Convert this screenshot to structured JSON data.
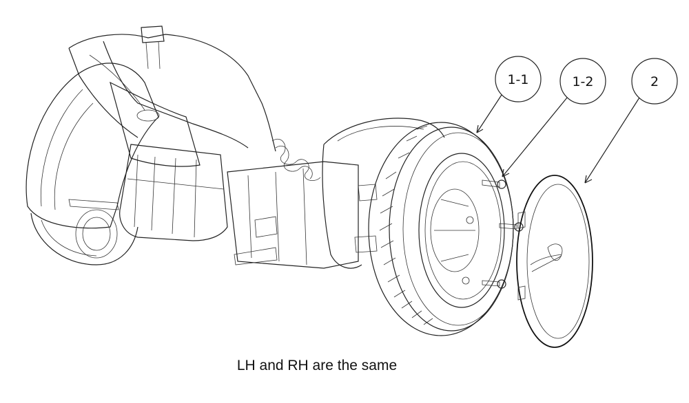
{
  "figure": {
    "subject": "mobility scooter rear wheel exploded assembly",
    "caption": "LH and RH are the same",
    "callouts": [
      {
        "id": "callout-1-1",
        "label": "1-1",
        "points_to": "tire-wheel"
      },
      {
        "id": "callout-1-2",
        "label": "1-2",
        "points_to": "wheel-bolt"
      },
      {
        "id": "callout-2",
        "label": "2",
        "points_to": "hub-cap"
      }
    ],
    "colors": {
      "line": "#222222",
      "background": "#ffffff"
    }
  }
}
